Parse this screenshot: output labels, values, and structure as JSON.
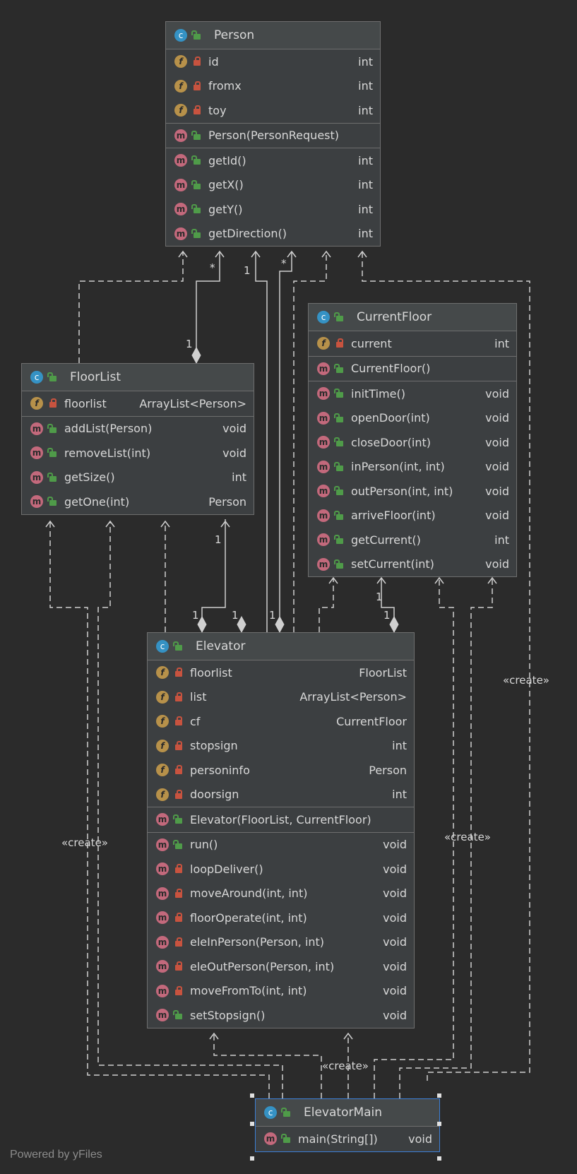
{
  "classes": {
    "person": {
      "name": "Person",
      "fields": [
        {
          "name": "id",
          "type": "int",
          "visibility": "private"
        },
        {
          "name": "fromx",
          "type": "int",
          "visibility": "private"
        },
        {
          "name": "toy",
          "type": "int",
          "visibility": "private"
        }
      ],
      "constructors": [
        {
          "name": "Person(PersonRequest)",
          "type": "",
          "visibility": "public"
        }
      ],
      "methods": [
        {
          "name": "getId()",
          "type": "int",
          "visibility": "public"
        },
        {
          "name": "getX()",
          "type": "int",
          "visibility": "public"
        },
        {
          "name": "getY()",
          "type": "int",
          "visibility": "public"
        },
        {
          "name": "getDirection()",
          "type": "int",
          "visibility": "public"
        }
      ]
    },
    "floorlist": {
      "name": "FloorList",
      "fields": [
        {
          "name": "floorlist",
          "type": "ArrayList<Person>",
          "visibility": "private"
        }
      ],
      "constructors": [],
      "methods": [
        {
          "name": "addList(Person)",
          "type": "void",
          "visibility": "public"
        },
        {
          "name": "removeList(int)",
          "type": "void",
          "visibility": "public"
        },
        {
          "name": "getSize()",
          "type": "int",
          "visibility": "public"
        },
        {
          "name": "getOne(int)",
          "type": "Person",
          "visibility": "public"
        }
      ]
    },
    "currentfloor": {
      "name": "CurrentFloor",
      "fields": [
        {
          "name": "current",
          "type": "int",
          "visibility": "private"
        }
      ],
      "constructors": [
        {
          "name": "CurrentFloor()",
          "type": "",
          "visibility": "public"
        }
      ],
      "methods": [
        {
          "name": "initTime()",
          "type": "void",
          "visibility": "public"
        },
        {
          "name": "openDoor(int)",
          "type": "void",
          "visibility": "public"
        },
        {
          "name": "closeDoor(int)",
          "type": "void",
          "visibility": "public"
        },
        {
          "name": "inPerson(int, int)",
          "type": "void",
          "visibility": "public"
        },
        {
          "name": "outPerson(int, int)",
          "type": "void",
          "visibility": "public"
        },
        {
          "name": "arriveFloor(int)",
          "type": "void",
          "visibility": "public"
        },
        {
          "name": "getCurrent()",
          "type": "int",
          "visibility": "public"
        },
        {
          "name": "setCurrent(int)",
          "type": "void",
          "visibility": "public"
        }
      ]
    },
    "elevator": {
      "name": "Elevator",
      "fields": [
        {
          "name": "floorlist",
          "type": "FloorList",
          "visibility": "private"
        },
        {
          "name": "list",
          "type": "ArrayList<Person>",
          "visibility": "private"
        },
        {
          "name": "cf",
          "type": "CurrentFloor",
          "visibility": "private"
        },
        {
          "name": "stopsign",
          "type": "int",
          "visibility": "private"
        },
        {
          "name": "personinfo",
          "type": "Person",
          "visibility": "private"
        },
        {
          "name": "doorsign",
          "type": "int",
          "visibility": "private"
        }
      ],
      "constructors": [
        {
          "name": "Elevator(FloorList, CurrentFloor)",
          "type": "",
          "visibility": "public"
        }
      ],
      "methods": [
        {
          "name": "run()",
          "type": "void",
          "visibility": "public"
        },
        {
          "name": "loopDeliver()",
          "type": "void",
          "visibility": "private"
        },
        {
          "name": "moveAround(int, int)",
          "type": "void",
          "visibility": "private"
        },
        {
          "name": "floorOperate(int, int)",
          "type": "void",
          "visibility": "private"
        },
        {
          "name": "eleInPerson(Person, int)",
          "type": "void",
          "visibility": "private"
        },
        {
          "name": "eleOutPerson(Person, int)",
          "type": "void",
          "visibility": "private"
        },
        {
          "name": "moveFromTo(int, int)",
          "type": "void",
          "visibility": "private"
        },
        {
          "name": "setStopsign()",
          "type": "void",
          "visibility": "public"
        }
      ]
    },
    "elevatormain": {
      "name": "ElevatorMain",
      "fields": [],
      "constructors": [],
      "methods": [
        {
          "name": "main(String[])",
          "type": "void",
          "visibility": "public"
        }
      ]
    }
  },
  "labels": {
    "create": "«create»",
    "star": "*",
    "one": "1"
  },
  "watermark": "Powered by yFiles",
  "colors": {
    "edge": "#cfcfcf",
    "class_icon": "#3592c4",
    "field_icon": "#b7914a",
    "method_icon": "#c3697c",
    "private": "#c8533f",
    "public": "#4f9b49",
    "selection": "#3d7fd6"
  }
}
